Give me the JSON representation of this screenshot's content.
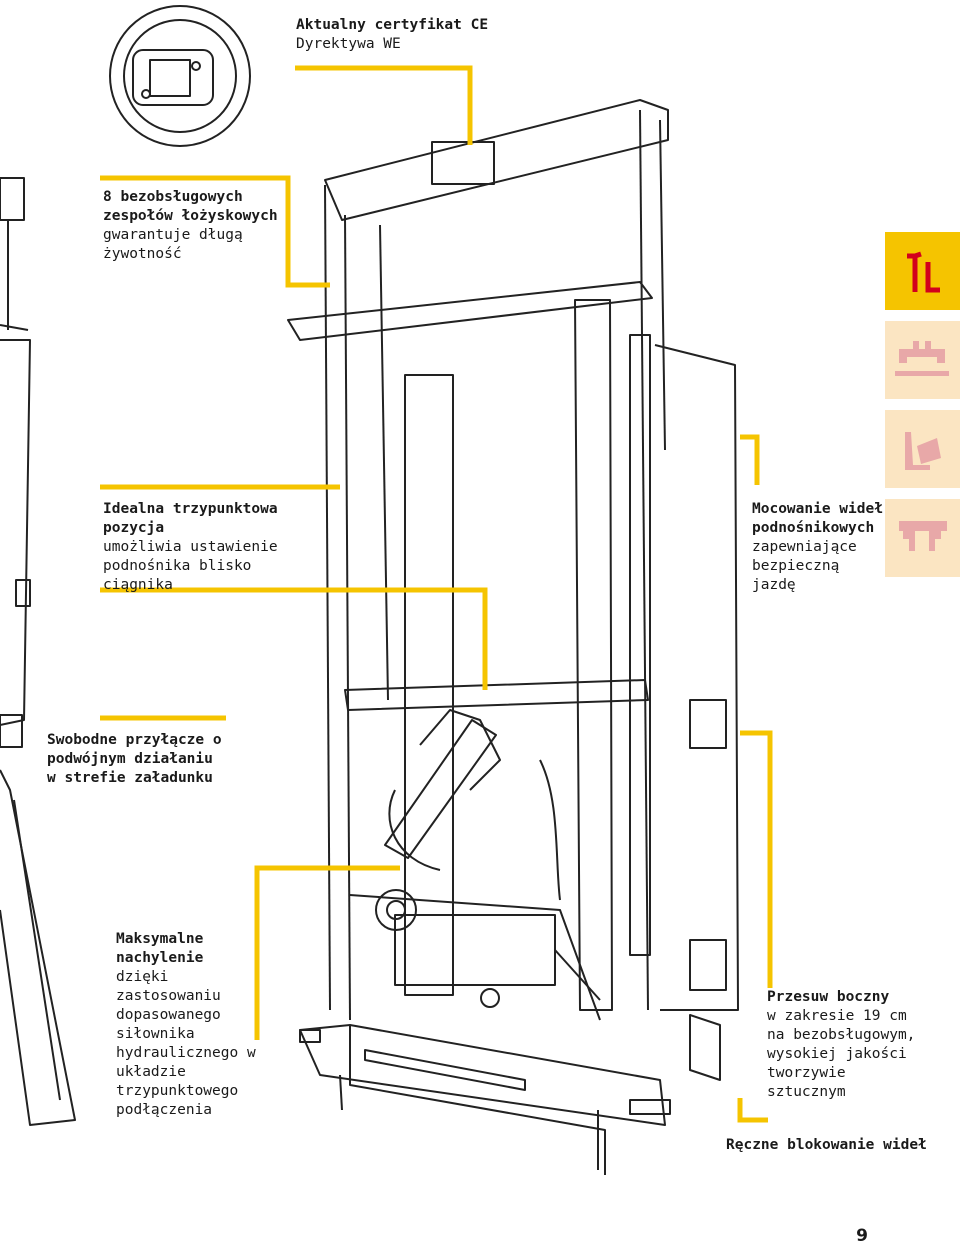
{
  "accent_color": "#f5c400",
  "tab_active_color": "#f5c400",
  "tab_inactive_color": "#fbe5c2",
  "tab_icon_active_color": "#d2001c",
  "tab_icon_inactive_color": "#e8a8a8",
  "callouts": {
    "ce": {
      "title": "Aktualny certyfikat CE",
      "desc": "Dyrektywa WE"
    },
    "bearings": {
      "title": "8 bezobsługowych zespołów łożyskowych",
      "desc": "gwarantuje długą żywotność"
    },
    "three_point": {
      "title": "Idealna trzypunktowa pozycja",
      "desc": "umożliwia ustawienie podnośnika blisko ciągnika"
    },
    "fork_mount": {
      "title": "Mocowanie wideł podnośnikowych",
      "desc": "zapewniające bezpieczną jazdę"
    },
    "connection": {
      "title": "Swobodne przyłącze o podwójnym działaniu w strefie załadunku"
    },
    "tilt": {
      "title": "Maksymalne nachylenie",
      "desc": "dzięki zastosowaniu dopasowanego siłownika hydraulicznego w układzie trzypunktowego podłączenia"
    },
    "side_shift": {
      "title": "Przesuw boczny",
      "desc": "w zakresie 19 cm na bezobsługowym, wysokiej jakości tworzywie sztucznym"
    },
    "lock": {
      "title": "Ręczne blokowanie wideł"
    }
  },
  "side_tabs": [
    {
      "icon": "lift-frame-icon",
      "label": "1L",
      "active": true
    },
    {
      "icon": "pallet-icon",
      "active": false
    },
    {
      "icon": "tipping-icon",
      "active": false
    },
    {
      "icon": "clamp-icon",
      "active": false
    }
  ],
  "page_number": "9"
}
